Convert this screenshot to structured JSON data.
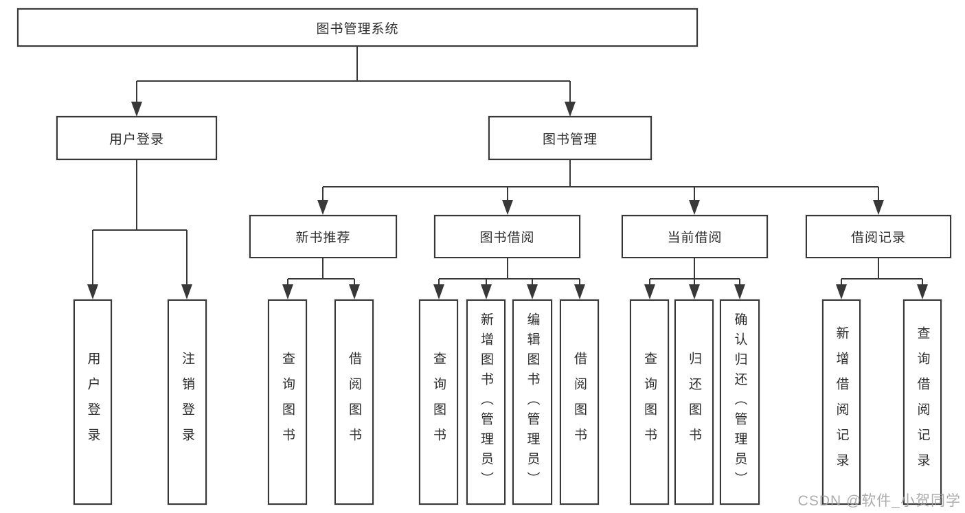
{
  "diagram": {
    "title": "图书管理系统",
    "root": {
      "label": "图书管理系统"
    },
    "level2": [
      {
        "label": "用户登录"
      },
      {
        "label": "图书管理"
      }
    ],
    "level3": [
      {
        "label": "新书推荐"
      },
      {
        "label": "图书借阅"
      },
      {
        "label": "当前借阅"
      },
      {
        "label": "借阅记录"
      }
    ],
    "leaves": {
      "user_login": [
        "用户登录",
        "注销登录"
      ],
      "new_book": [
        "查询图书",
        "借阅图书"
      ],
      "book_borrow": [
        "查询图书",
        "新增图书（管理员）",
        "编辑图书（管理员）",
        "借阅图书"
      ],
      "current_borrow": [
        "查询图书",
        "归还图书",
        "确认归还（管理员）"
      ],
      "borrow_record": [
        "新增借阅记录",
        "查询借阅记录"
      ]
    }
  },
  "watermark": "CSDN @软件_小贺同学",
  "colors": {
    "line": "#383838",
    "box_border": "#373737",
    "text": "#2d2d2d",
    "watermark": "#9e9e9e",
    "background": "#ffffff"
  }
}
